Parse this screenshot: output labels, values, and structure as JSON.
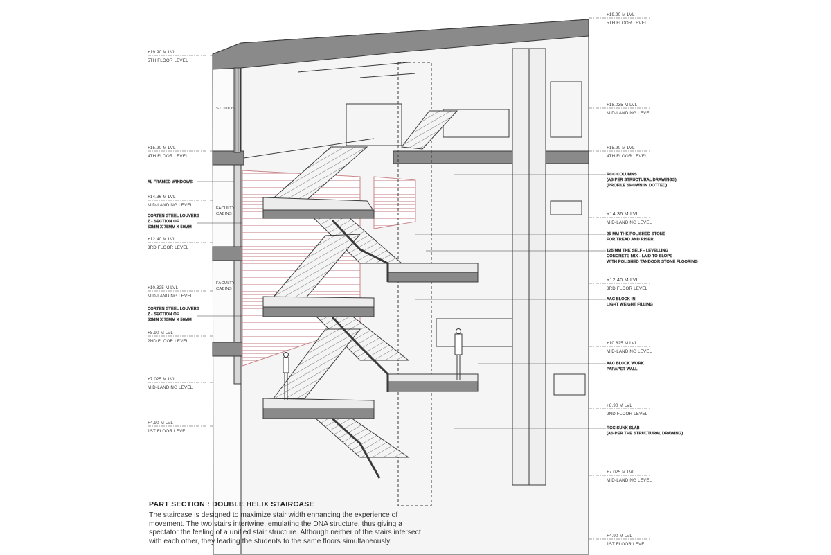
{
  "caption": {
    "title": "PART SECTION : DOUBLE HELIX STAIRCASE",
    "text": "The staircase is designed to maximize stair width enhancing the experience of movement. The two stairs intertwine, emulating the DNA structure, thus giving a spectator the feeling of a unified stair structure. Although neither of the stairs intersect with each other, they leading the students to the same floors simultaneously."
  },
  "levels_left": [
    {
      "value": "+19.90 M LVL",
      "name": "5TH FLOOR LEVEL"
    },
    {
      "value": "+15.90 M LVL",
      "name": "4TH FLOOR LEVEL"
    },
    {
      "value": "+14.36 M LVL",
      "name": "MID-LANDING LEVEL"
    },
    {
      "value": "+12.40 M LVL",
      "name": "3RD FLOOR LEVEL"
    },
    {
      "value": "+10.825 M LVL",
      "name": "MID-LANDING LEVEL"
    },
    {
      "value": "+8.90 M LVL",
      "name": "2ND FLOOR LEVEL"
    },
    {
      "value": "+7.025 M LVL",
      "name": "MID-LANDING LEVEL"
    },
    {
      "value": "+4.90 M LVL",
      "name": "1ST FLOOR LEVEL"
    }
  ],
  "levels_right": [
    {
      "value": "+19.90 M LVL",
      "name": "5TH FLOOR LEVEL"
    },
    {
      "value": "+18.035 M LVL",
      "name": "MID-LANDING LEVEL"
    },
    {
      "value": "+15.90 M LVL",
      "name": "4TH FLOOR LEVEL"
    },
    {
      "value": "+14.36 M LVL",
      "name": "MID-LANDING LEVEL"
    },
    {
      "value": "+12.40 M LVL",
      "name": "3RD FLOOR LEVEL"
    },
    {
      "value": "+10.825 M LVL",
      "name": "MID-LANDING LEVEL"
    },
    {
      "value": "+8.90 M LVL",
      "name": "2ND FLOOR LEVEL"
    },
    {
      "value": "+7.025 M LVL",
      "name": "MID-LANDING LEVEL"
    },
    {
      "value": "+4.90 M LVL",
      "name": "1ST FLOOR LEVEL"
    }
  ],
  "notes_left": {
    "windows": "AL FRAMED WINDOWS",
    "louvers_1": [
      "CORTEN STEEL LOUVERS",
      "Z - SECTION OF",
      "50MM X 75MM X 50MM"
    ],
    "louvers_2": [
      "CORTEN STEEL LOUVERS",
      "Z - SECTION OF",
      "50MM X 75MM X 50MM"
    ]
  },
  "notes_right": {
    "columns": [
      "RCC COLUMNS",
      "(AS PER STRUCTURAL DRAWINGS)",
      "(PROFILE SHOWN IN DOTTED)"
    ],
    "stone": [
      "25 MM THK POLISHED STONE",
      "FOR TREAD AND RISER"
    ],
    "screed": [
      "125 MM THK SELF - LEVELLING",
      "CONCRETE MIX - LAID TO SLOPE",
      "WITH POLISHED TANDOOR STONE FLOORING"
    ],
    "aac_block": [
      "AAC BLOCK IN",
      "LIGHT WEIGHT FILLING"
    ],
    "parapet": [
      "AAC BLOCK WORK",
      "PARAPET WALL"
    ],
    "sunk_slab": [
      "RCC SUNK SLAB",
      "(AS PER THE STRUCTURAL DRAWING)"
    ]
  },
  "rooms": {
    "studios": "STUDIOS",
    "faculty_1": [
      "FACULTY",
      "CABINS"
    ],
    "faculty_2": [
      "FACULTY",
      "CABINS"
    ]
  },
  "colors": {
    "line": "#3a3a3a",
    "louver": "#c9868a",
    "fill_dark": "#8a8a8a",
    "fill_mid": "#cfcfcf",
    "fill_light": "#ececec"
  }
}
